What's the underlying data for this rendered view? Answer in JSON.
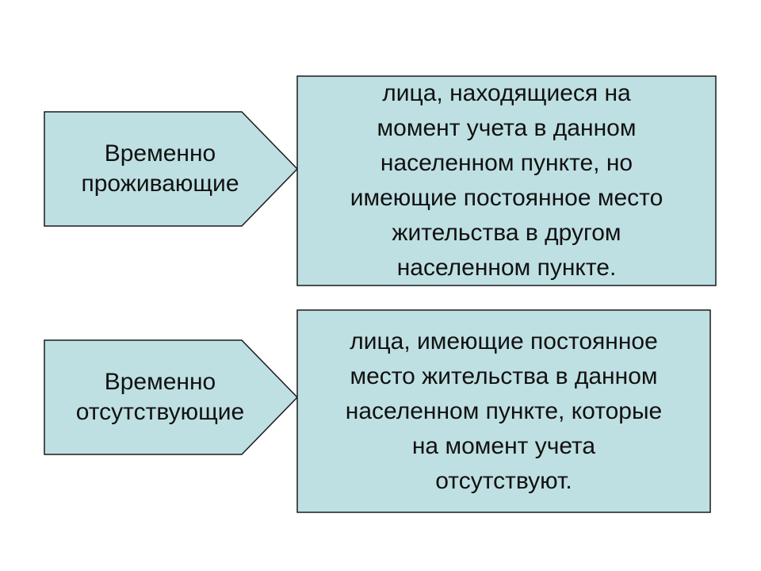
{
  "colors": {
    "fill": "#bfe0e3",
    "stroke": "#1a1a1a"
  },
  "rows": [
    {
      "term_lines": [
        "Временно",
        "проживающие"
      ],
      "definition_lines": [
        "лица, находящиеся на",
        "момент учета в данном",
        "населенном пункте, но",
        "имеющие постоянное место",
        "жительства в другом",
        "населенном пункте."
      ]
    },
    {
      "term_lines": [
        "Временно",
        "отсутствующие"
      ],
      "definition_lines": [
        "лица, имеющие постоянное",
        "место жительства в данном",
        "населенном пункте, которые",
        "на момент учета",
        "отсутствуют."
      ]
    }
  ]
}
